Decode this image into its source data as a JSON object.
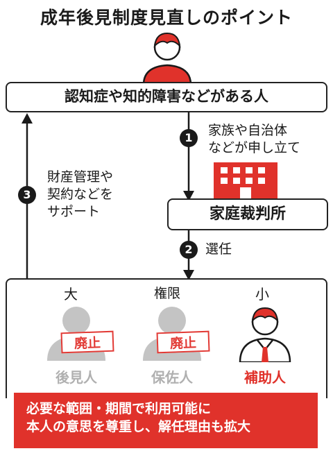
{
  "title": "成年後見制度見直しのポイント",
  "person_box": {
    "label": "認知症や知的障害などがある人"
  },
  "step1": {
    "number": "1",
    "text_line1": "家族や自治体",
    "text_line2": "などが申し立て"
  },
  "court": {
    "label": "家庭裁判所"
  },
  "step2": {
    "number": "2",
    "text": "選任"
  },
  "step3": {
    "number": "3",
    "text_line1": "財産管理や",
    "text_line2": "契約などを",
    "text_line3": "サポート"
  },
  "authority": {
    "large": "大",
    "label": "権限",
    "small": "小"
  },
  "roles": [
    {
      "name": "後見人",
      "status": "廃止"
    },
    {
      "name": "保佐人",
      "status": "廃止"
    },
    {
      "name": "補助人"
    }
  ],
  "banner": {
    "line1": "必要な範囲・期間で利用可能に",
    "line2": "本人の意思を尊重し、解任理由も拡大"
  },
  "colors": {
    "accent": "#e0322b",
    "gray": "#bdbdbd",
    "dark": "#1a1a1a"
  }
}
